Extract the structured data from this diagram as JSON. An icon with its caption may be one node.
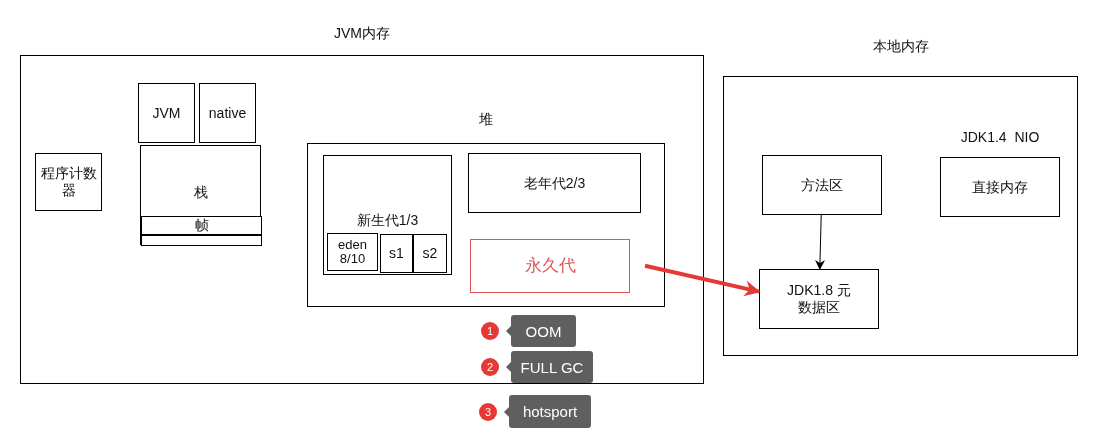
{
  "diagram": {
    "nodes": [
      {
        "text": [
          "JVM内存"
        ]
      },
      {
        "text": [
          "程序计数器"
        ],
        "in": 0
      },
      {
        "text": [
          "JVM"
        ],
        "in": 0
      },
      {
        "text": [
          "native"
        ],
        "in": 0
      },
      {
        "text": [
          "栈"
        ],
        "in": 0
      },
      {
        "text": [
          "帧"
        ],
        "in": 4
      },
      {
        "text": [],
        "shape": "box",
        "in": 4
      },
      {
        "text": [
          "堆"
        ],
        "in": 0
      },
      {
        "text": [
          "新生代1/3"
        ],
        "in": 7
      },
      {
        "text": [
          "eden 8/10"
        ],
        "in": 8
      },
      {
        "text": [
          "s1"
        ],
        "in": 8
      },
      {
        "text": [
          "s2"
        ],
        "in": 8
      },
      {
        "text": [
          "老年代2/3"
        ],
        "in": 7
      },
      {
        "text": [
          "永久代"
        ],
        "in": 7
      },
      {
        "text": [
          "本地内存"
        ]
      },
      {
        "text": [
          "方法区"
        ],
        "in": 14
      },
      {
        "text": [
          "JDK1.4  NIO",
          "直接内存"
        ],
        "in": 14
      },
      {
        "text": [
          "JDK1.8 元数据区"
        ],
        "in": 14
      },
      {
        "text": [
          "OOM"
        ],
        "beside": [
          "1"
        ],
        "in": 0
      },
      {
        "text": [
          "FULL GC"
        ],
        "beside": [
          "2"
        ],
        "in": 0
      },
      {
        "text": [
          "hotsport"
        ],
        "beside": [
          "3"
        ]
      }
    ],
    "edges": [
      {
        "from": 15,
        "to": 17,
        "arrow": "to"
      },
      {
        "from": 13,
        "to": 17,
        "arrow": "to",
        "style": "thick",
        "color": "#e53935"
      }
    ]
  }
}
